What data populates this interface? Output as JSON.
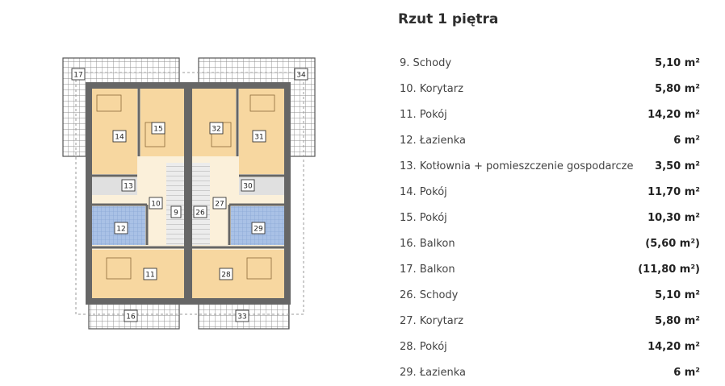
{
  "page_title": "Rzut 1 piętra",
  "plan_labels": [
    "17",
    "34",
    "14",
    "15",
    "32",
    "31",
    "13",
    "30",
    "10",
    "9",
    "26",
    "27",
    "12",
    "29",
    "11",
    "28",
    "16",
    "33"
  ],
  "rooms": [
    {
      "name": "9. Schody",
      "area": "5,10 m²"
    },
    {
      "name": "10. Korytarz",
      "area": "5,80 m²"
    },
    {
      "name": "11. Pokój",
      "area": "14,20 m²"
    },
    {
      "name": "12. Łazienka",
      "area": "6 m²"
    },
    {
      "name": "13. Kotłownia + pomieszczenie gospodarcze",
      "area": "3,50 m²"
    },
    {
      "name": "14. Pokój",
      "area": "11,70 m²"
    },
    {
      "name": "15. Pokój",
      "area": "10,30 m²"
    },
    {
      "name": "16. Balkon",
      "area": "(5,60 m²)"
    },
    {
      "name": "17. Balkon",
      "area": "(11,80 m²)"
    },
    {
      "name": "26. Schody",
      "area": "5,10 m²"
    },
    {
      "name": "27. Korytarz",
      "area": "5,80 m²"
    },
    {
      "name": "28. Pokój",
      "area": "14,20 m²"
    },
    {
      "name": "29. Łazienka",
      "area": "6 m²"
    }
  ],
  "colors": {
    "room_fill": "#f7d7a0",
    "wall": "#666666",
    "balcony_grid": "#8c8c8c",
    "bathroom": "#a9c1e6",
    "stairs": "#e6e6e6",
    "hall": "#fbf0da"
  }
}
